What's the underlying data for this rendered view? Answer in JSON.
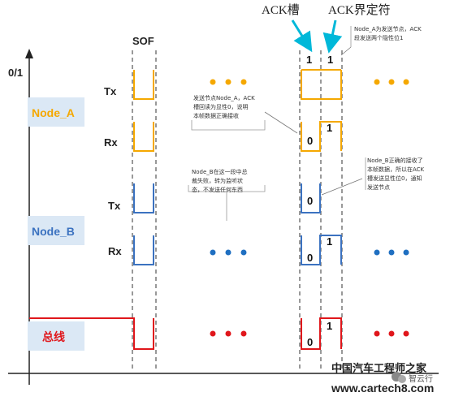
{
  "axis": {
    "y_label": "0/1"
  },
  "columns": {
    "sof": "SOF",
    "ack_slot": "ACK槽",
    "ack_delim": "ACK界定符"
  },
  "nodes": {
    "a": {
      "name": "Node_A",
      "color": "#f5a800",
      "bg": "#dbe8f5"
    },
    "b": {
      "name": "Node_B",
      "color": "#3b72c0",
      "bg": "#dbe8f5"
    },
    "bus": {
      "name": "总线",
      "color": "#e0161b",
      "bg": "#dbe8f5"
    }
  },
  "signals": {
    "tx": "Tx",
    "rx": "Rx"
  },
  "bits": {
    "a_tx_slot": "1",
    "a_tx_delim": "1",
    "a_rx_slot": "0",
    "a_rx_delim": "1",
    "b_tx_slot": "0",
    "b_rx_slot": "0",
    "b_rx_delim": "1",
    "bus_slot": "0",
    "bus_delim": "1"
  },
  "callouts": {
    "top_right": [
      "Node_A为发送节点，ACK",
      "段发送两个隐性位1"
    ],
    "node_a": [
      "发送节点Node_A，ACK",
      "槽回读为显性0，说明",
      "本帧数据正确接收"
    ],
    "node_b_right": [
      "Node_B正确的接收了",
      "本帧数据，所以在ACK",
      "槽发送显性位0，通知",
      "发送节点"
    ],
    "node_b_left": [
      "Node_B在这一段中总",
      "裁失败，转为监听状",
      "态，不发送任何东西"
    ]
  },
  "watermark": {
    "title": "中国汽车工程师之家",
    "url": "www.cartech8.com",
    "badge": "智云行"
  }
}
